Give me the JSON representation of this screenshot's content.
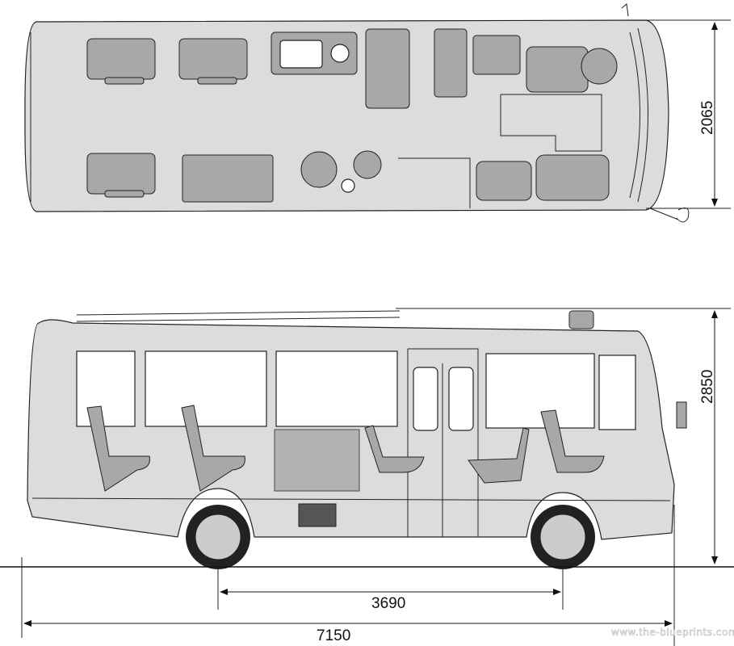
{
  "dimensions": {
    "width": "2065",
    "height": "2850",
    "wheelbase": "3690",
    "length": "7150"
  },
  "watermark": "www.the-blueprints.com"
}
